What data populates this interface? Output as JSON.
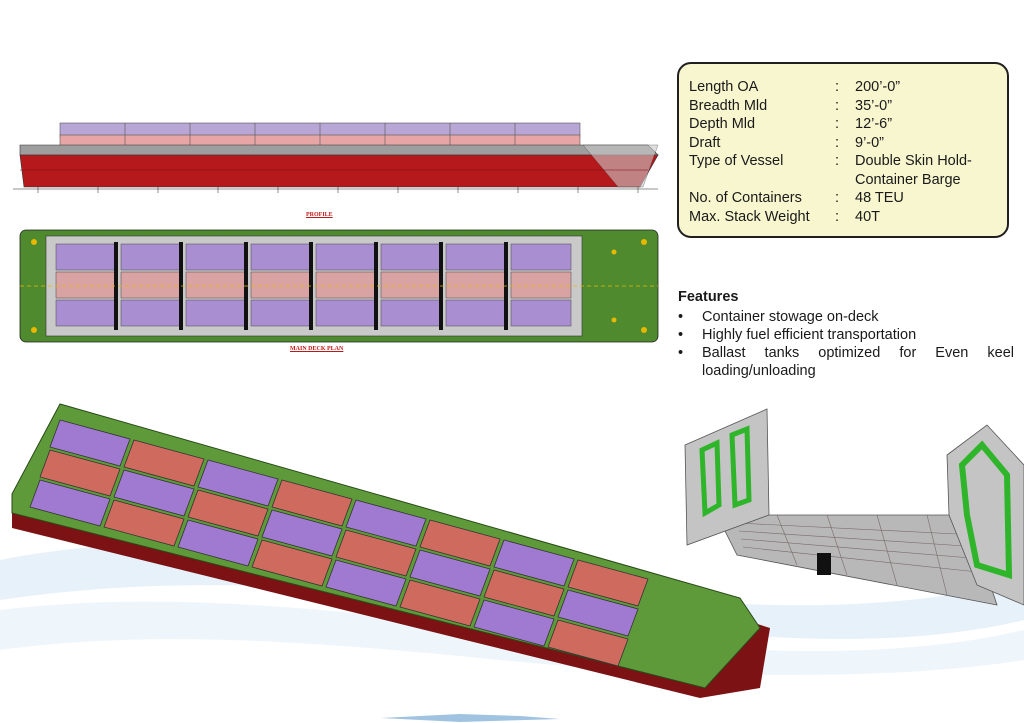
{
  "specs": [
    {
      "label": "Length OA",
      "value": "200’-0”"
    },
    {
      "label": "Breadth Mld",
      "value": "35’-0”"
    },
    {
      "label": "Depth Mld",
      "value": "12’-6”"
    },
    {
      "label": "Draft",
      "value": "9’-0”"
    },
    {
      "label": "Type of Vessel",
      "value": "Double Skin Hold-\nContainer Barge"
    },
    {
      "label": "No. of Containers",
      "value": "48 TEU"
    },
    {
      "label": "Max. Stack Weight",
      "value": "40T"
    }
  ],
  "spec_separator": ":",
  "features": {
    "title": "Features",
    "items": [
      "Container stowage on-deck",
      "Highly fuel efficient transportation",
      "Ballast tanks optimized for Even keel loading/unloading"
    ]
  },
  "drawings": {
    "profile_label": "PROFILE",
    "deck_plan_label": "MAIN DECK PLAN"
  },
  "colors": {
    "hull_red": "#b5191c",
    "deck_green": "#4f8a2f",
    "container_purple": "#a07ad0",
    "container_red": "#cf6b5e",
    "spec_box_bg": "#f8f6cf",
    "frame_green": "#3fbf2a"
  }
}
